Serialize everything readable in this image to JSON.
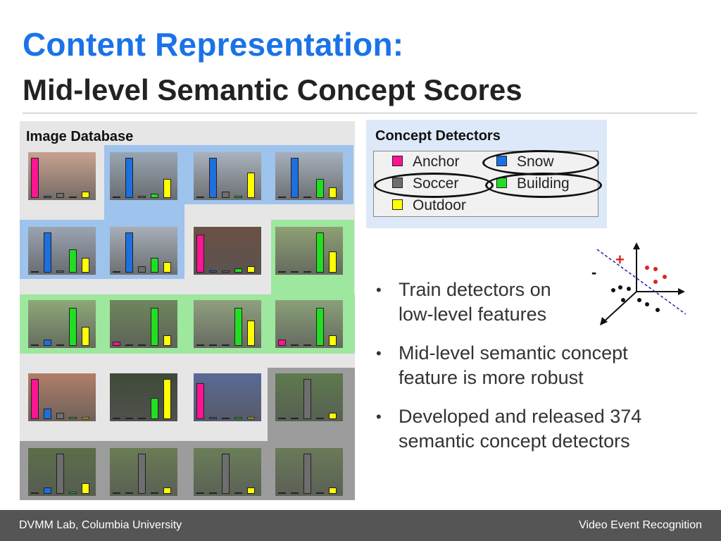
{
  "title": {
    "line1": "Content Representation:",
    "line2": "Mid-level Semantic Concept Scores"
  },
  "image_database": {
    "label": "Image Database",
    "rows": [
      [
        {
          "bg": "#c8a28f",
          "scores": {
            "anchor": 0.95,
            "snow": 0.05,
            "soccer": 0.12,
            "building": 0.0,
            "outdoor": 0.15
          }
        },
        {
          "bg": "#9aa6b4",
          "scores": {
            "anchor": 0.0,
            "snow": 0.95,
            "soccer": 0.05,
            "building": 0.1,
            "outdoor": 0.45
          }
        },
        {
          "bg": "#a9b2bd",
          "scores": {
            "anchor": 0.0,
            "snow": 0.95,
            "soccer": 0.15,
            "building": 0.05,
            "outdoor": 0.6
          }
        },
        {
          "bg": "#a6b0bc",
          "scores": {
            "anchor": 0.0,
            "snow": 0.95,
            "soccer": 0.0,
            "building": 0.45,
            "outdoor": 0.25
          }
        }
      ],
      [
        {
          "bg": "#9aa4b2",
          "scores": {
            "anchor": 0.0,
            "snow": 0.95,
            "soccer": 0.05,
            "building": 0.55,
            "outdoor": 0.35
          }
        },
        {
          "bg": "#a6aeb8",
          "scores": {
            "anchor": 0.0,
            "snow": 0.95,
            "soccer": 0.15,
            "building": 0.35,
            "outdoor": 0.25
          }
        },
        {
          "bg": "#6b5044",
          "scores": {
            "anchor": 0.9,
            "snow": 0.05,
            "soccer": 0.05,
            "building": 0.1,
            "outdoor": 0.15
          }
        },
        {
          "bg": "#8ea074",
          "scores": {
            "anchor": 0.0,
            "snow": 0.0,
            "soccer": 0.0,
            "building": 0.95,
            "outdoor": 0.5
          }
        }
      ],
      [
        {
          "bg": "#8ea878",
          "scores": {
            "anchor": 0.0,
            "snow": 0.15,
            "soccer": 0.0,
            "building": 0.9,
            "outdoor": 0.45
          }
        },
        {
          "bg": "#6f865c",
          "scores": {
            "anchor": 0.1,
            "snow": 0.0,
            "soccer": 0.0,
            "building": 0.9,
            "outdoor": 0.25
          }
        },
        {
          "bg": "#8fa07e",
          "scores": {
            "anchor": 0.0,
            "snow": 0.0,
            "soccer": 0.0,
            "building": 0.9,
            "outdoor": 0.6
          }
        },
        {
          "bg": "#8aa078",
          "scores": {
            "anchor": 0.15,
            "snow": 0.0,
            "soccer": 0.0,
            "building": 0.9,
            "outdoor": 0.25
          }
        }
      ],
      [
        {
          "bg": "#b07e68",
          "scores": {
            "anchor": 0.95,
            "snow": 0.25,
            "soccer": 0.15,
            "building": 0.05,
            "outdoor": 0.05
          }
        },
        {
          "bg": "#3f4a38",
          "scores": {
            "anchor": 0.0,
            "snow": 0.0,
            "soccer": 0.0,
            "building": 0.5,
            "outdoor": 0.95
          }
        },
        {
          "bg": "#5a6a96",
          "scores": {
            "anchor": 0.85,
            "snow": 0.05,
            "soccer": 0.0,
            "building": 0.05,
            "outdoor": 0.05
          }
        },
        {
          "bg": "#5d7a4c",
          "scores": {
            "anchor": 0.0,
            "snow": 0.0,
            "soccer": 0.95,
            "building": 0.0,
            "outdoor": 0.15
          }
        }
      ],
      [
        {
          "bg": "#5b6e48",
          "scores": {
            "anchor": 0.0,
            "snow": 0.15,
            "soccer": 0.95,
            "building": 0.05,
            "outdoor": 0.25
          }
        },
        {
          "bg": "#6a7c54",
          "scores": {
            "anchor": 0.0,
            "snow": 0.0,
            "soccer": 0.95,
            "building": 0.0,
            "outdoor": 0.15
          }
        },
        {
          "bg": "#6a7e58",
          "scores": {
            "anchor": 0.0,
            "snow": 0.0,
            "soccer": 0.95,
            "building": 0.0,
            "outdoor": 0.15
          }
        },
        {
          "bg": "#6a7a58",
          "scores": {
            "anchor": 0.0,
            "snow": 0.0,
            "soccer": 0.95,
            "building": 0.0,
            "outdoor": 0.15
          }
        }
      ]
    ]
  },
  "concept_detectors": {
    "title": "Concept Detectors",
    "items": [
      {
        "label": "Anchor",
        "color": "#ff1493",
        "circled": false
      },
      {
        "label": "Snow",
        "color": "#1e6fe0",
        "circled": true
      },
      {
        "label": "Soccer",
        "color": "#6e6e6e",
        "circled": true
      },
      {
        "label": "Building",
        "color": "#22dd22",
        "circled": true
      },
      {
        "label": "Outdoor",
        "color": "#ffff00",
        "circled": false
      }
    ]
  },
  "classifier_plot": {
    "plus_label": "+",
    "minus_label": "-",
    "plus_color": "#e02020",
    "minus_color": "#111111",
    "boundary_color": "#2222aa"
  },
  "bullets": [
    {
      "line1": "Train detectors on",
      "line2": "low-level features"
    },
    {
      "line1": "Mid-level semantic concept",
      "line2": "feature is more robust"
    },
    {
      "line1": "Developed and released 374",
      "line2": "semantic concept detectors"
    }
  ],
  "footer": {
    "left": "DVMM Lab, Columbia University",
    "right": "Video Event Recognition"
  }
}
